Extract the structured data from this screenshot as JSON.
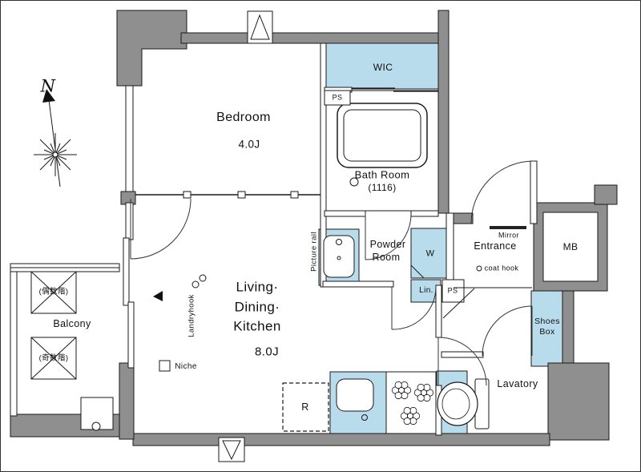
{
  "plan": {
    "compass": {
      "north": "N"
    },
    "rooms": {
      "bedroom": {
        "name": "Bedroom",
        "size": "4.0J"
      },
      "ldk": {
        "line1": "Living·",
        "line2": "Dining·",
        "line3": "Kitchen",
        "size": "8.0J"
      },
      "wic": "WIC",
      "bath": {
        "name": "Bath Room",
        "size": "(1116)"
      },
      "powder": {
        "line1": "Powder",
        "line2": "Room"
      },
      "entrance": "Entrance",
      "lavatory": "Lavatory",
      "balcony": {
        "name": "Balcony",
        "even": "(偶数階)",
        "odd": "(奇数階)"
      },
      "mb": "MB"
    },
    "labels": {
      "washer": "W",
      "linen": "Lin.",
      "ps_top": "PS",
      "ps_mid": "PS",
      "shoes1": "Shoes",
      "shoes2": "Box",
      "fridge": "R",
      "mirror": "Mirror",
      "coat_hook": "coat hook",
      "niche": "Niche",
      "laundry_hook": "Landryhook",
      "picture_rail": "Picture rail"
    },
    "colors": {
      "fixture_blue": "#b9dcec",
      "wall_gray": "#8f8f8f"
    }
  }
}
